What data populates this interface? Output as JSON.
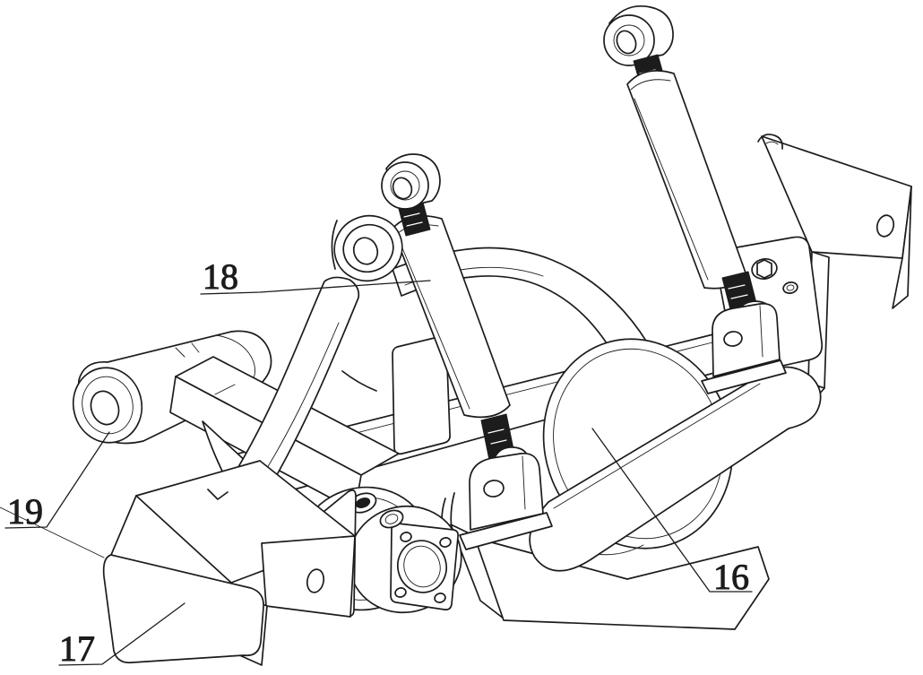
{
  "figure": {
    "kind": "patent-style technical line drawing",
    "subject": "suspension module with two inclined shock absorbers, trailing arm, axle housing and mounting brackets",
    "background_color": "#ffffff",
    "line_color": "#1c1c1c",
    "labels": [
      {
        "ref": "18",
        "component": "shock-absorber"
      },
      {
        "ref": "19",
        "component": "trailing-arm-bushing"
      },
      {
        "ref": "17",
        "component": "mounting-bracket-plate"
      },
      {
        "ref": "16",
        "component": "axle-housing"
      }
    ]
  }
}
